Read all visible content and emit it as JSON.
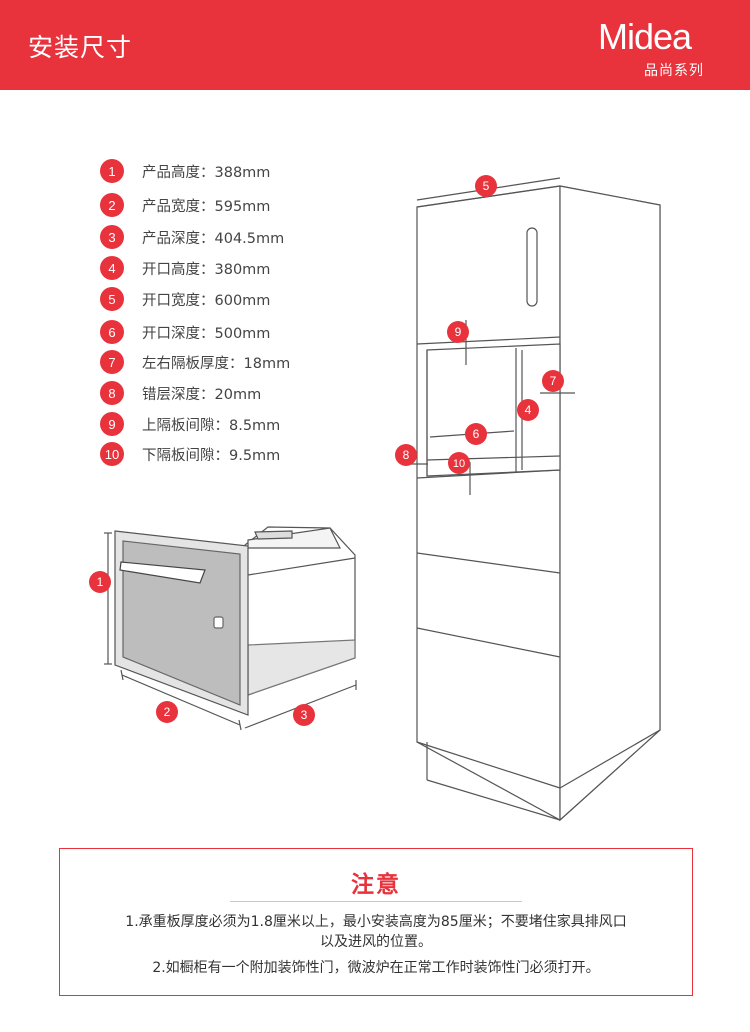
{
  "header": {
    "title": "安装尺寸",
    "brand": "Midea",
    "series": "品尚系列"
  },
  "specs": [
    {
      "num": "1",
      "text": "产品高度：388mm"
    },
    {
      "num": "2",
      "text": "产品宽度：595mm"
    },
    {
      "num": "3",
      "text": "产品深度：404.5mm"
    },
    {
      "num": "4",
      "text": "开口高度：380mm"
    },
    {
      "num": "5",
      "text": "开口宽度：600mm"
    },
    {
      "num": "6",
      "text": "开口深度：500mm"
    },
    {
      "num": "7",
      "text": "左右隔板厚度：18mm"
    },
    {
      "num": "8",
      "text": "错层深度：20mm"
    },
    {
      "num": "9",
      "text": "上隔板间隙：8.5mm"
    },
    {
      "num": "10",
      "text": "下隔板间隙：9.5mm"
    }
  ],
  "diagram_markers": [
    "1",
    "2",
    "3",
    "4",
    "5",
    "6",
    "7",
    "8",
    "9",
    "10"
  ],
  "notice": {
    "title": "注意",
    "line1": "1.承重板厚度必须为1.8厘米以上，最小安装高度为85厘米；不要堵住家具排风口",
    "line1b": "以及进风的位置。",
    "line2": "2.如橱柜有一个附加装饰性门，微波炉在正常工作时装饰性门必须打开。"
  },
  "colors": {
    "accent": "#e8333d",
    "line": "#555555"
  }
}
